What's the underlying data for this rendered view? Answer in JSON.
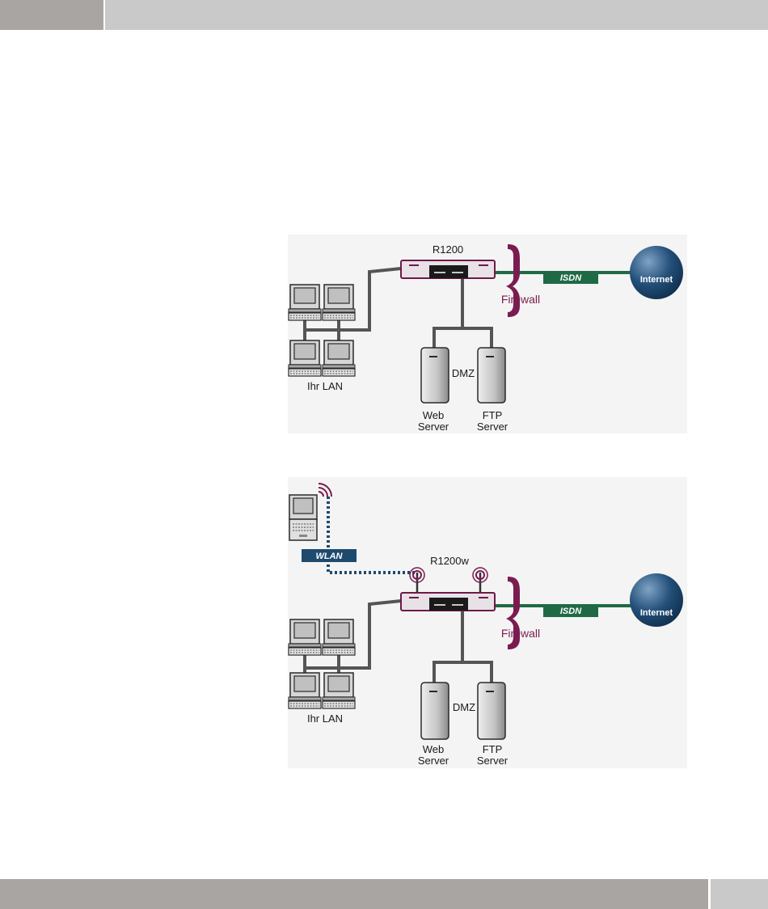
{
  "colors": {
    "header_dark": "#a9a5a2",
    "header_light": "#c9c9c9",
    "firewall": "#7a1c50",
    "isdn": "#1f6a45",
    "wlan": "#1e4a6e",
    "internet": "#1e4a6e",
    "cable": "#555555"
  },
  "diagrams": [
    {
      "router_label": "R1200",
      "firewall_label": "Firewall",
      "isdn_label": "ISDN",
      "internet_label": "Internet",
      "dmz_label": "DMZ",
      "lan_label": "Ihr LAN",
      "web_server_label": [
        "Web",
        "Server"
      ],
      "ftp_server_label": [
        "FTP",
        "Server"
      ]
    },
    {
      "router_label": "R1200w",
      "wlan_label": "WLAN",
      "firewall_label": "Firewall",
      "isdn_label": "ISDN",
      "internet_label": "Internet",
      "dmz_label": "DMZ",
      "lan_label": "Ihr LAN",
      "web_server_label": [
        "Web",
        "Server"
      ],
      "ftp_server_label": [
        "FTP",
        "Server"
      ]
    }
  ]
}
